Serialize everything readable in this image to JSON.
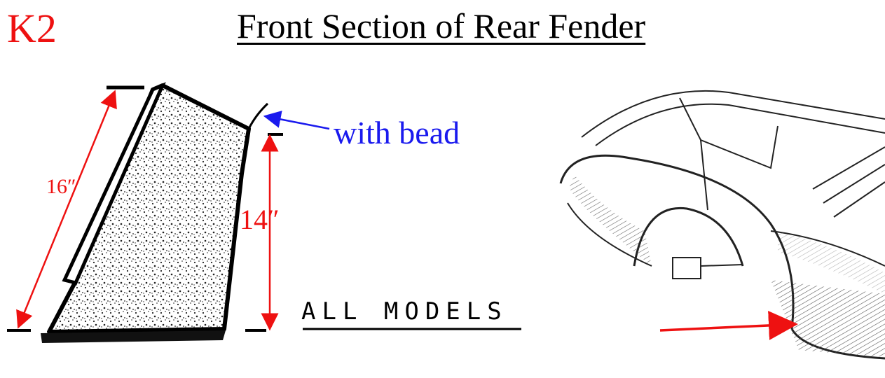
{
  "diagram": {
    "code": "K2",
    "title": "Front Section of Rear Fender",
    "callout_bead": "with bead",
    "dimension_height_slant": "16″",
    "dimension_height_vertical": "14″",
    "applicability": "ALL MODELS"
  },
  "colors": {
    "dimension": "#ee1111",
    "callout": "#1a1aee",
    "outline": "#000000"
  }
}
